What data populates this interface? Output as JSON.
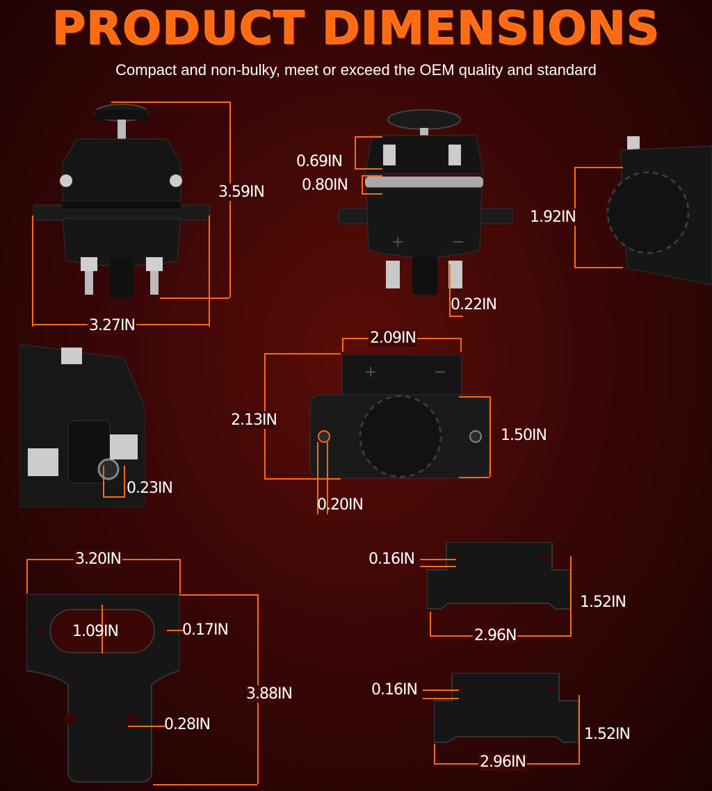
{
  "header": {
    "title": "PRODUCT DIMENSIONS",
    "subtitle": "Compact and non-bulky, meet or exceed the OEM quality and standard"
  },
  "dimensions": {
    "front_height": "3.59IN",
    "front_width": "3.27IN",
    "top_terminal_a": "0.69IN",
    "top_terminal_b": "0.80IN",
    "top_stud": "0.22IN",
    "side_depth": "1.92IN",
    "stud_hole": "0.23IN",
    "rear_width": "2.09IN",
    "rear_height": "2.13IN",
    "rear_inner_height": "1.50IN",
    "rear_hole": "0.20IN",
    "plate_width": "3.20IN",
    "plate_slot": "1.09IN",
    "plate_hole_small": "0.17IN",
    "plate_height": "3.88IN",
    "plate_hole_large": "0.28IN",
    "base1_hole": "0.16IN",
    "base1_height": "1.52IN",
    "base1_width": "2.96N",
    "base2_hole": "0.16IN",
    "base2_height": "1.52IN",
    "base2_width": "2.96IN"
  },
  "colors": {
    "accent": "#ff6a13",
    "background": "#3a0706",
    "product": "#141414"
  }
}
